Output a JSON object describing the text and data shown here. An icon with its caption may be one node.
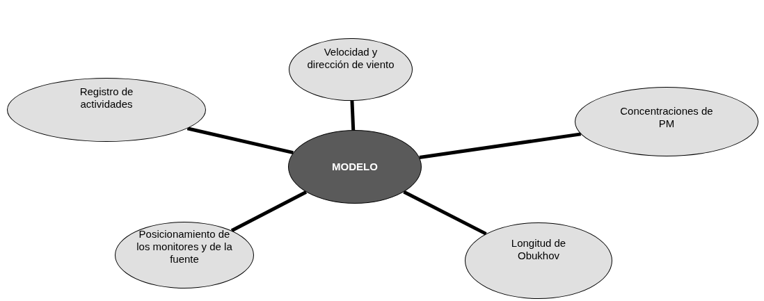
{
  "diagram": {
    "nodes": [
      {
        "text": [
          "Velocidad y dirección de viento"
        ]
      },
      {
        "text": [
          "Registro de actividades"
        ]
      },
      {
        "text": [
          "Concentraciones de PM"
        ]
      },
      {
        "text": [
          "MODELO"
        ]
      },
      {
        "text": [
          "Posicionamiento de los monitores y de la fuente"
        ]
      },
      {
        "text": [
          "Longitud de Obukhov"
        ]
      }
    ],
    "edges": [
      {
        "from": 3,
        "to": 0,
        "arrow": "none"
      },
      {
        "from": 3,
        "to": 1,
        "arrow": "none"
      },
      {
        "from": 3,
        "to": 2,
        "arrow": "none"
      },
      {
        "from": 3,
        "to": 4,
        "arrow": "none"
      },
      {
        "from": 3,
        "to": 5,
        "arrow": "none"
      }
    ]
  }
}
